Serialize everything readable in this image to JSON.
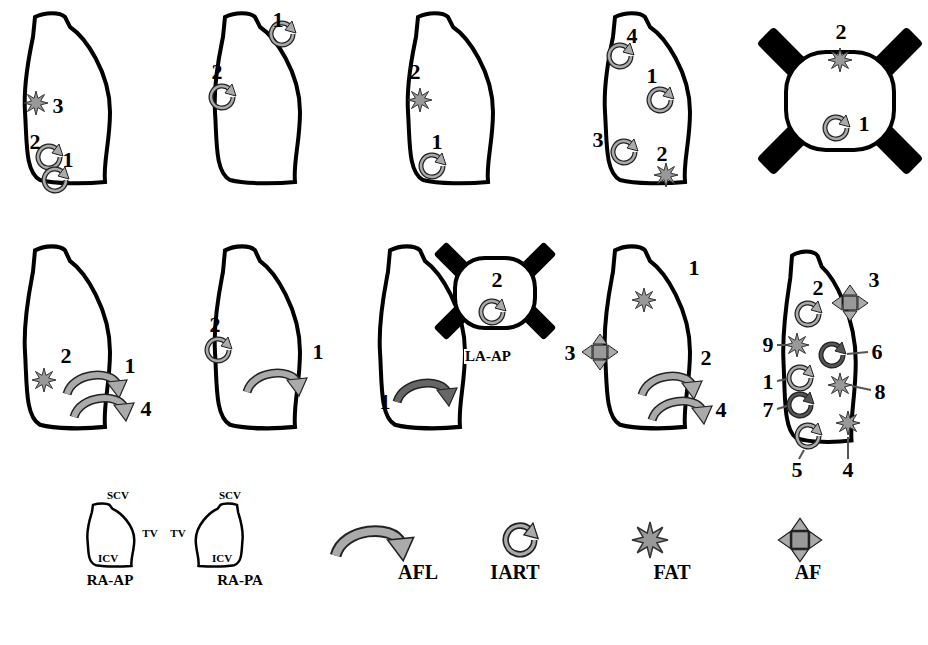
{
  "diagram": {
    "labels": [
      "2",
      "1",
      "1",
      "2",
      "2",
      "1",
      "4",
      "1",
      "3",
      "2",
      "2",
      "1",
      "3",
      "2",
      "1",
      "4",
      "2",
      "1",
      "2",
      "LA-AP",
      "1",
      "1",
      "3",
      "2",
      "4",
      "3",
      "2",
      "9",
      "6",
      "1",
      "8",
      "7",
      "5",
      "4",
      "SCV",
      "SCV",
      "TV",
      "TV",
      "ICV",
      "ICV",
      "RA-AP",
      "RA-PA"
    ],
    "legend": [
      {
        "text": "AFL"
      },
      {
        "text": "IART"
      },
      {
        "text": "FAT"
      },
      {
        "text": "AF"
      }
    ]
  }
}
